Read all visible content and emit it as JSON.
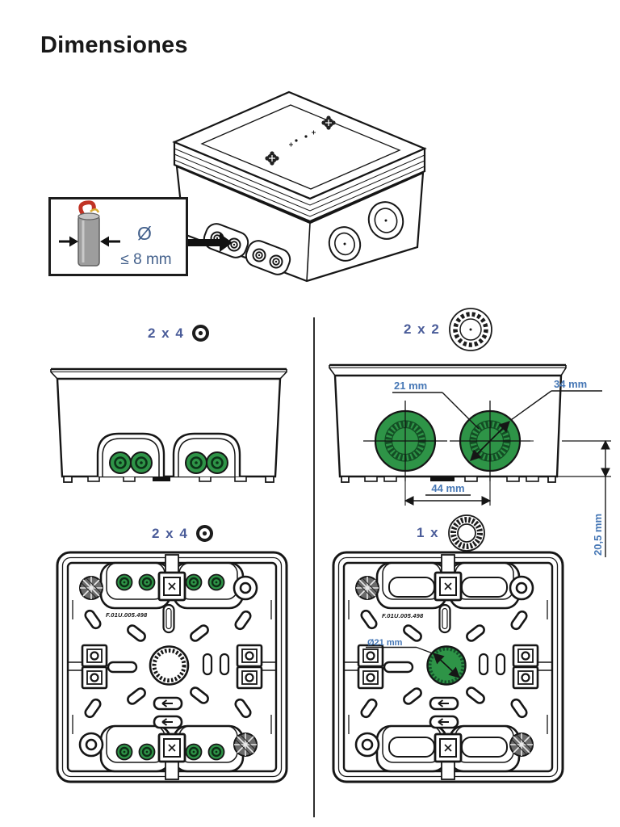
{
  "page": {
    "title": "Dimensiones"
  },
  "callout": {
    "diameter_symbol": "Ø",
    "limit_text": "≤ 8 mm"
  },
  "views": {
    "front": {
      "count_label": "2 x 4"
    },
    "side": {
      "count_label": "2 x 2",
      "dim_knockout_inner": "21 mm",
      "dim_knockout_outer": "34 mm",
      "dim_center_spacing": "44 mm",
      "dim_bottom_offset": "20,5 mm"
    },
    "inside_left": {
      "count_label": "2 x 4",
      "molded_code": "F.01U.005.498"
    },
    "inside_right": {
      "count_label": "1 x",
      "molded_code": "F.01U.005.498",
      "dim_center_hole": "Ø21 mm"
    }
  },
  "colors": {
    "grommet_green": "#2E9447",
    "dimension_blue": "#4677B5",
    "label_blue": "#4A5C99",
    "line_black": "#161616"
  }
}
